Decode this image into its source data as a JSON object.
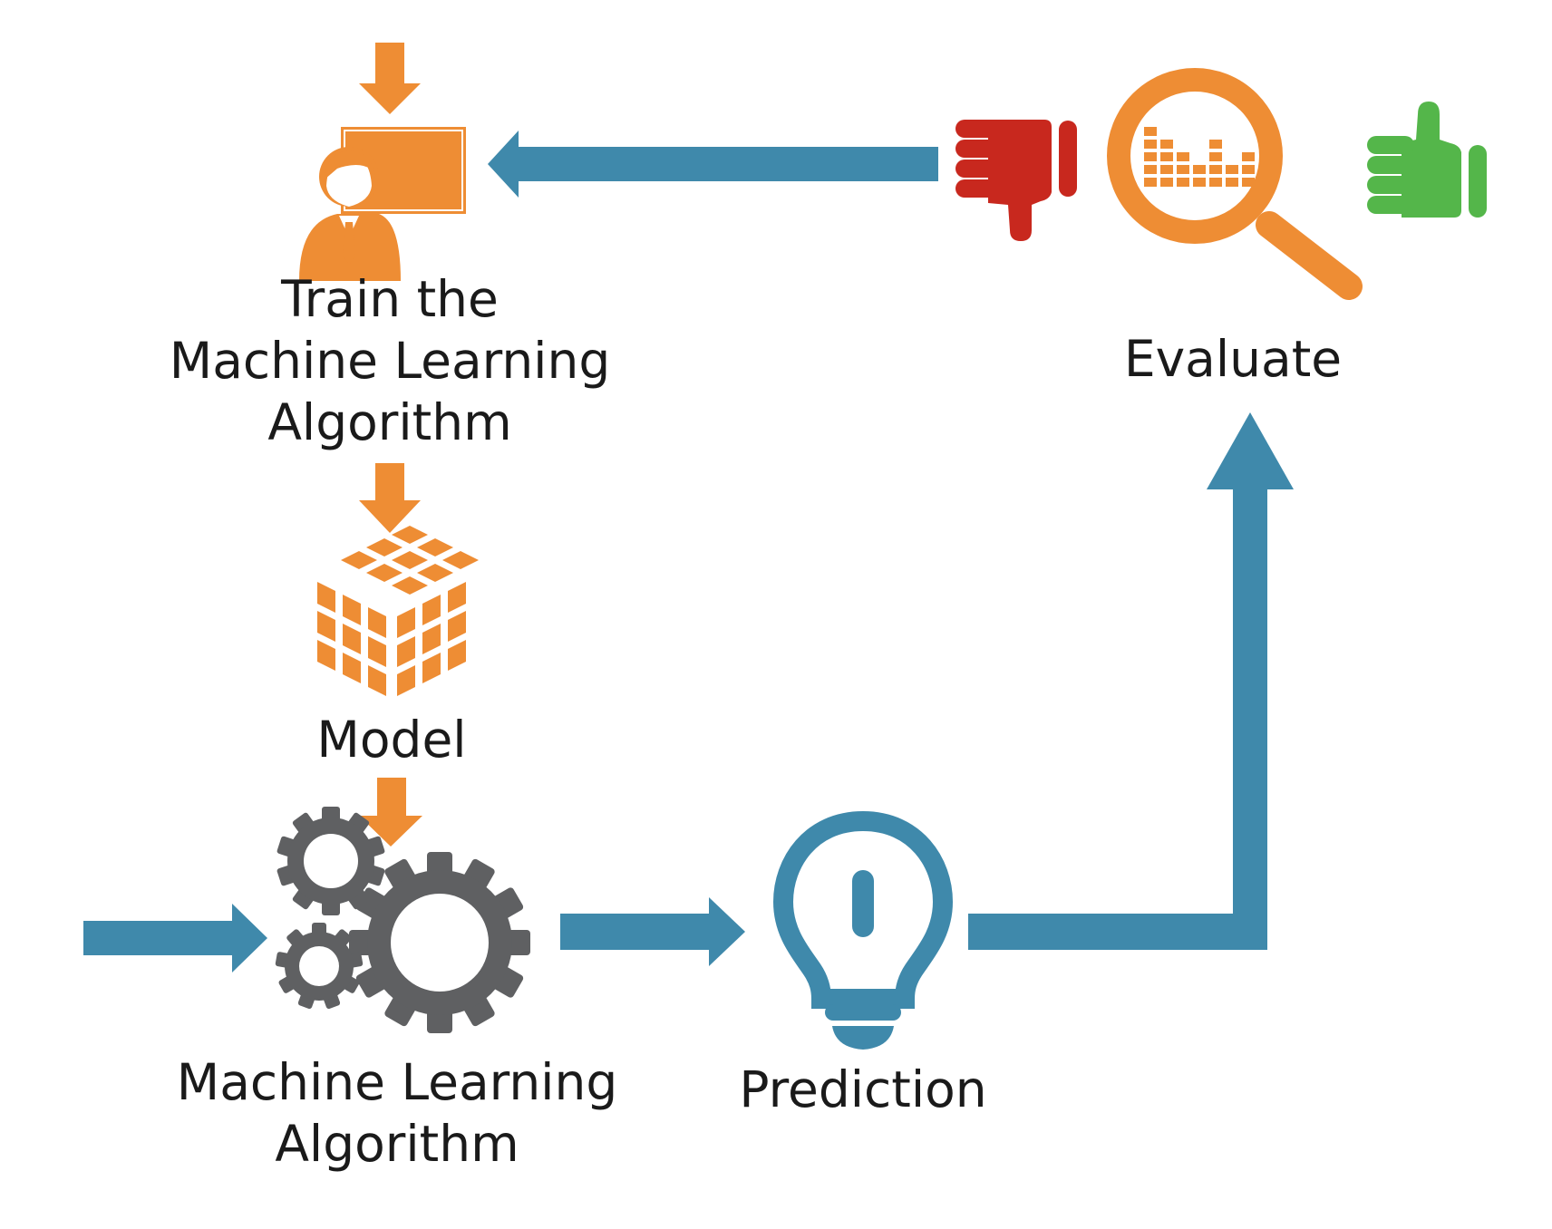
{
  "labels": {
    "train": [
      "Train the",
      "Machine Learning",
      "Algorithm"
    ],
    "evaluate": "Evaluate",
    "model": "Model",
    "algorithm": [
      "Machine Learning",
      "Algorithm"
    ],
    "prediction": "Prediction"
  },
  "icons": {
    "trainer": "teacher-board-icon",
    "evaluate": "magnifier-chart-icon",
    "thumbs_down": "thumbs-down-icon",
    "thumbs_up": "thumbs-up-icon",
    "model": "cube-grid-icon",
    "algorithm": "gears-icon",
    "prediction": "lightbulb-icon"
  },
  "colors": {
    "flow": "#3f89ab",
    "orange": "#ee8d34",
    "gear": "#5f6062",
    "thumbs_down": "#c8281e",
    "thumbs_up": "#54b64a",
    "text": "#1a1a1a"
  }
}
